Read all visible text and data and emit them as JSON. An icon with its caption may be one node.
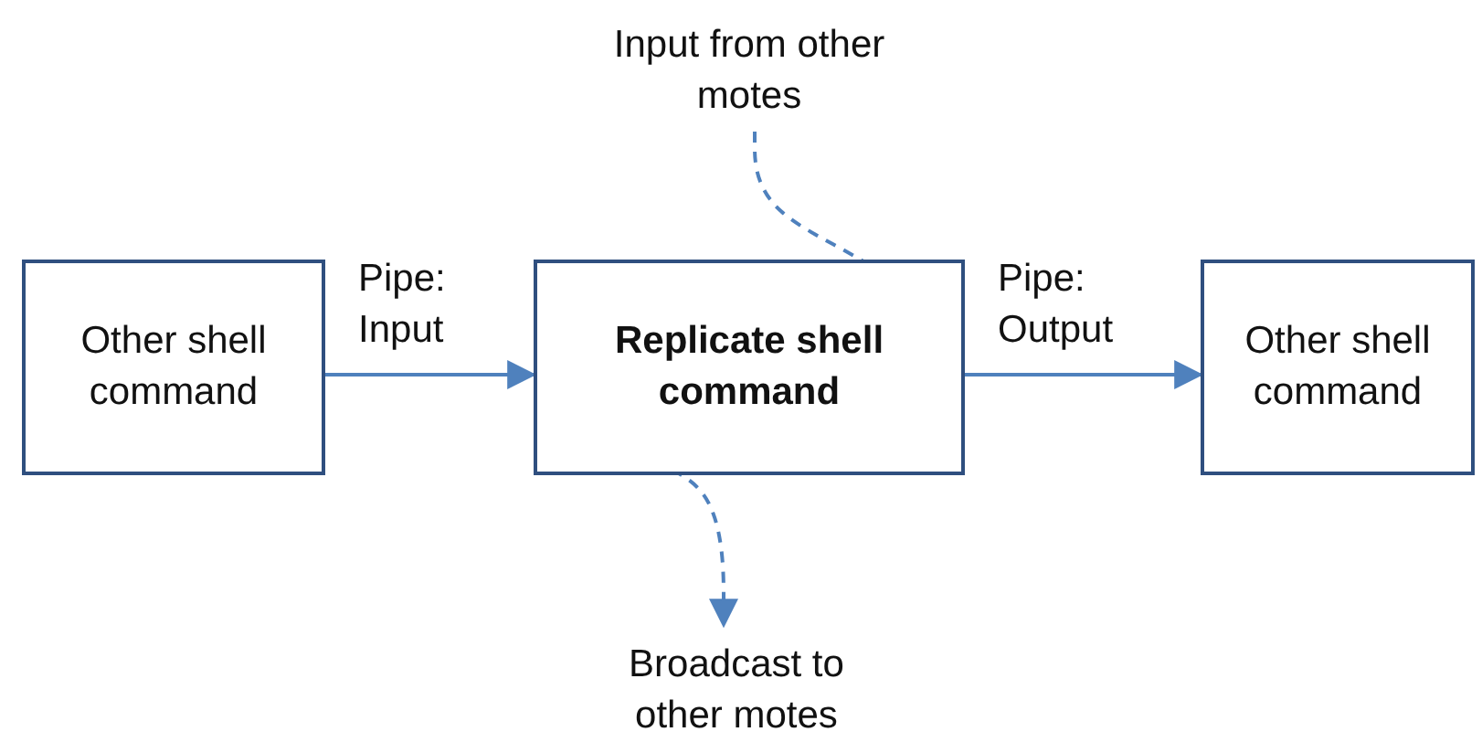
{
  "diagram": {
    "nodes": [
      {
        "text": [
          "Other shell command"
        ]
      },
      {
        "text": [
          "Replicate shell command"
        ]
      },
      {
        "text": [
          "Other shell command"
        ]
      },
      {
        "text": [
          "Input from other motes"
        ]
      },
      {
        "text": [
          "Broadcast to other motes"
        ]
      }
    ],
    "edges": [
      {
        "from": 0,
        "to": 1,
        "arrow": "to",
        "label": "Pipe: Input"
      },
      {
        "from": 1,
        "to": 2,
        "arrow": "to",
        "label": "Pipe: Output"
      },
      {
        "from": 3,
        "to": 1,
        "arrow": "to",
        "style": "dashed"
      },
      {
        "from": 1,
        "to": 4,
        "arrow": "to",
        "style": "dashed"
      }
    ]
  }
}
